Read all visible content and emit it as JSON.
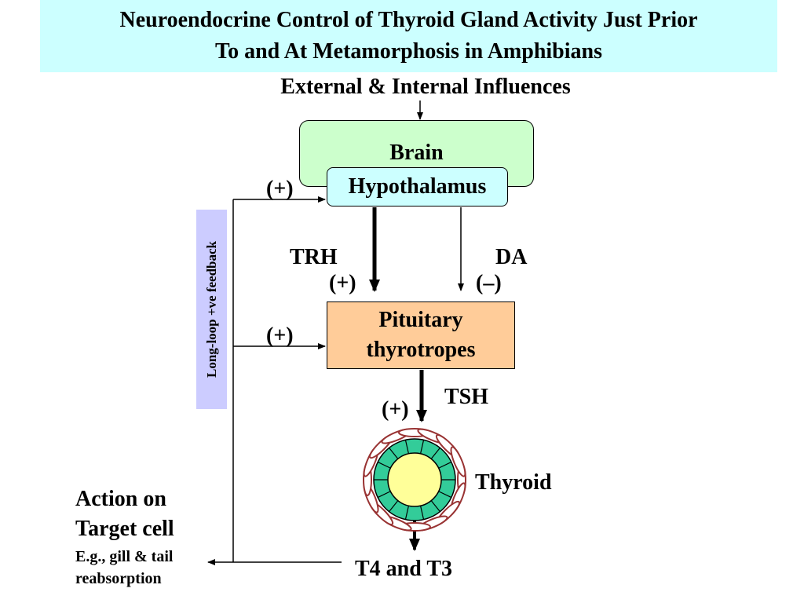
{
  "title": {
    "line1": "Neuroendocrine Control of Thyroid Gland Activity Just Prior",
    "line2": "To and At Metamorphosis in Amphibians"
  },
  "external_label": "External & Internal Influences",
  "brain_label": "Brain",
  "hypothalamus_label": "Hypothalamus",
  "pituitary": {
    "line1": "Pituitary",
    "line2": "thyrotropes"
  },
  "trh_label": "TRH",
  "da_label": "DA",
  "trh_sign": "(+)",
  "da_sign": "(–)",
  "hypo_feedback_sign": "(+)",
  "pit_feedback_sign": "(+)",
  "tsh_label": "TSH",
  "tsh_sign": "(+)",
  "thyroid_label": "Thyroid",
  "t4t3_label": "T4 and T3",
  "feedback_label": "Long-loop +ve feedback",
  "action": {
    "line1": "Action on",
    "line2": "Target cell",
    "line3": "E.g., gill & tail",
    "line4": "reabsorption"
  },
  "colors": {
    "title_bg": "#ccffff",
    "brain_bg": "#ccffcc",
    "hypothalamus_bg": "#ccffff",
    "pituitary_bg": "#ffcc99",
    "feedback_bg": "#ccccff",
    "follicle_cells": "#33cc99",
    "colloid": "#ffff99",
    "capillaries": "#993333"
  }
}
